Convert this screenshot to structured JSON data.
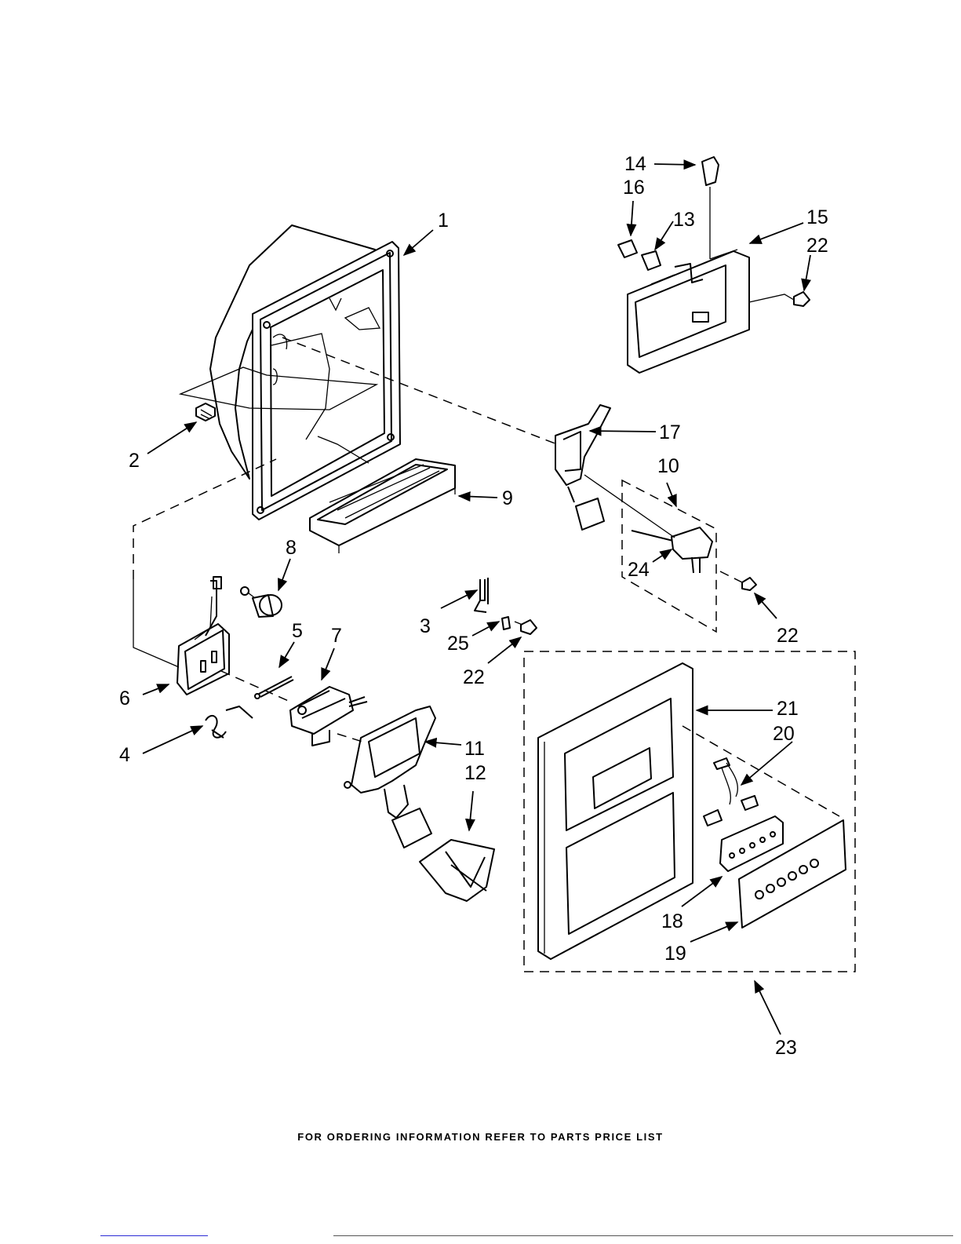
{
  "footer_text": "FOR ORDERING INFORMATION REFER TO PARTS PRICE LIST",
  "callouts": [
    {
      "id": "c1",
      "text": "1"
    },
    {
      "id": "c2",
      "text": "2"
    },
    {
      "id": "c3",
      "text": "3"
    },
    {
      "id": "c4",
      "text": "4"
    },
    {
      "id": "c5",
      "text": "5"
    },
    {
      "id": "c6",
      "text": "6"
    },
    {
      "id": "c7",
      "text": "7"
    },
    {
      "id": "c8",
      "text": "8"
    },
    {
      "id": "c9",
      "text": "9"
    },
    {
      "id": "c10",
      "text": "10"
    },
    {
      "id": "c11",
      "text": "11"
    },
    {
      "id": "c12",
      "text": "12"
    },
    {
      "id": "c13",
      "text": "13"
    },
    {
      "id": "c14",
      "text": "14"
    },
    {
      "id": "c15",
      "text": "15"
    },
    {
      "id": "c16",
      "text": "16"
    },
    {
      "id": "c17",
      "text": "17"
    },
    {
      "id": "c18",
      "text": "18"
    },
    {
      "id": "c19",
      "text": "19"
    },
    {
      "id": "c20",
      "text": "20"
    },
    {
      "id": "c21",
      "text": "21"
    },
    {
      "id": "c22a",
      "text": "22"
    },
    {
      "id": "c22b",
      "text": "22"
    },
    {
      "id": "c22c",
      "text": "22"
    },
    {
      "id": "c23",
      "text": "23"
    },
    {
      "id": "c24",
      "text": "24"
    },
    {
      "id": "c25",
      "text": "25"
    }
  ]
}
